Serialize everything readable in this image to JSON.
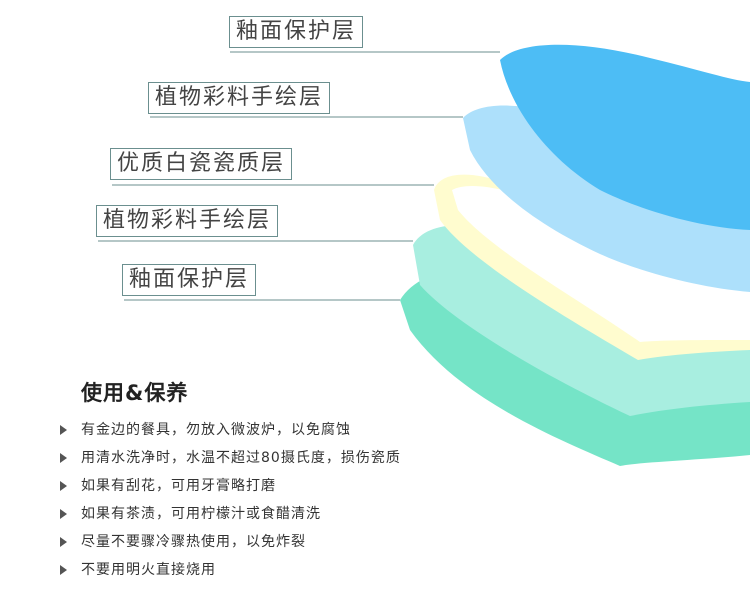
{
  "layers": [
    {
      "label": "釉面保护层",
      "color": "#4dbdf5"
    },
    {
      "label": "植物彩料手绘层",
      "color": "#ade0fb"
    },
    {
      "label": "优质白瓷瓷质层",
      "color": "#fffccf"
    },
    {
      "label": "植物彩料手绘层",
      "color": "#a8eee0"
    },
    {
      "label": "釉面保护层",
      "color": "#5ddfbd"
    }
  ],
  "usage": {
    "title": "使用&保养",
    "items": [
      "有金边的餐具，勿放入微波炉，以免腐蚀",
      "用清水洗净时，水温不超过80摄氏度，损伤瓷质",
      "如果有刮花，可用牙膏略打磨",
      "如果有茶渍，可用柠檬汁或食醋清洗",
      "尽量不要骤冷骤热使用，以免炸裂",
      "不要用明火直接烧用"
    ]
  }
}
